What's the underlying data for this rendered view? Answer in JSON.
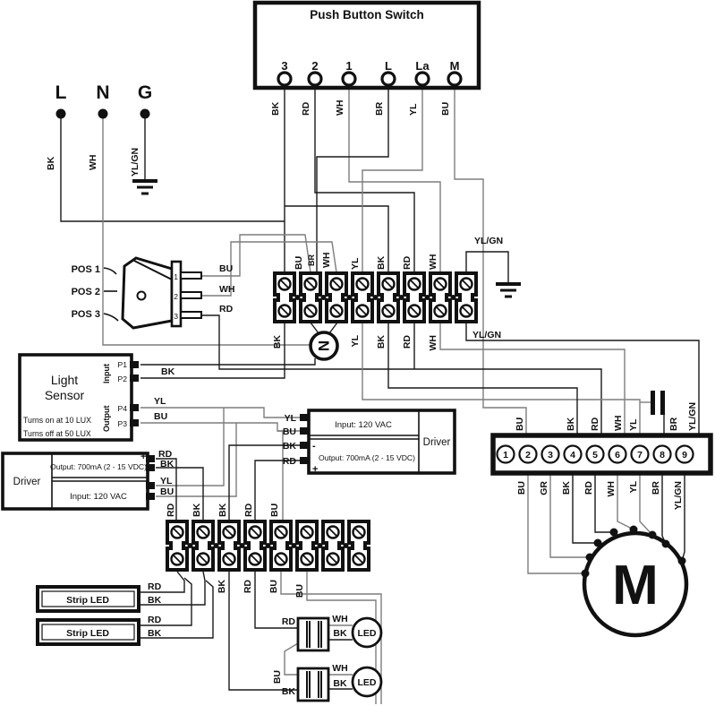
{
  "pbs": {
    "title": "Push Button Switch",
    "terminals": [
      "3",
      "2",
      "1",
      "L",
      "La",
      "M"
    ],
    "wires": [
      "BK",
      "RD",
      "WH",
      "BR",
      "YL",
      "BU"
    ]
  },
  "power": {
    "names": [
      "L",
      "N",
      "G"
    ],
    "wires": [
      "BK",
      "WH",
      "YL/GN"
    ]
  },
  "rocker": {
    "positions": [
      "POS 1",
      "POS 2",
      "POS 3"
    ],
    "pins": [
      "1",
      "2",
      "3"
    ],
    "wires": [
      "BU",
      "WH",
      "RD"
    ]
  },
  "sensor": {
    "line1": "Light",
    "line2": "Sensor",
    "note1": "Turns on at 10 LUX",
    "note2": "Turns off at 50 LUX",
    "input": "Input",
    "output": "Output",
    "p1": "P1",
    "p2": "P2",
    "p4": "P4",
    "p3": "P3",
    "wl_bk": "BK",
    "wl_yl": "YL",
    "wl_bu": "BU"
  },
  "driverL": {
    "name": "Driver",
    "output_text": "Output: 700mA (2 - 15 VDC)",
    "input_text": "Input: 120 VAC",
    "plus": "+",
    "wires": [
      "RD",
      "BK",
      "YL",
      "BU"
    ]
  },
  "driverM": {
    "name": "Driver",
    "input_text": "Input: 120 VAC",
    "output_text": "Output: 700mA (2 - 15 VDC)",
    "minus": "-",
    "plus": "+",
    "wires": [
      "YL",
      "BU",
      "BK",
      "RD"
    ]
  },
  "strip": {
    "top": [
      "BU",
      "BR",
      "WH",
      "YL",
      "BK",
      "RD",
      "WH"
    ],
    "top_right": "YL/GN",
    "bottom": [
      "BK",
      "YL",
      "BK",
      "RD",
      "WH"
    ],
    "bottom_right": "YL/GN",
    "neutral": "N"
  },
  "rblock": {
    "numbers": [
      "1",
      "2",
      "3",
      "4",
      "5",
      "6",
      "7",
      "8",
      "9"
    ],
    "top": [
      "BU",
      "BK",
      "RD",
      "WH",
      "YL",
      "BR",
      "YL/GN"
    ],
    "bottom": [
      "BU",
      "GR",
      "BK",
      "RD",
      "WH",
      "YL",
      "BR",
      "YL/GN"
    ]
  },
  "motor": {
    "label": "M"
  },
  "lstrip": {
    "top": [
      "RD",
      "BK",
      "BK",
      "RD",
      "BU"
    ],
    "bottom": [
      "BK",
      "RD",
      "BU",
      "BU"
    ]
  },
  "sled1": {
    "label": "Strip LED",
    "rd": "RD",
    "bk": "BK"
  },
  "sled2": {
    "label": "Strip LED",
    "rd": "RD",
    "bk": "BK"
  },
  "led1": {
    "in_label": "RD",
    "wh": "WH",
    "bk": "BK",
    "led": "LED"
  },
  "led2": {
    "chain": "BU",
    "in_label": "BK",
    "wh": "WH",
    "bk": "BK",
    "led": "LED"
  },
  "colors": {
    "line": "#1a1a1a",
    "wire_gray": "#7d7d7d",
    "background": "#ffffff"
  }
}
